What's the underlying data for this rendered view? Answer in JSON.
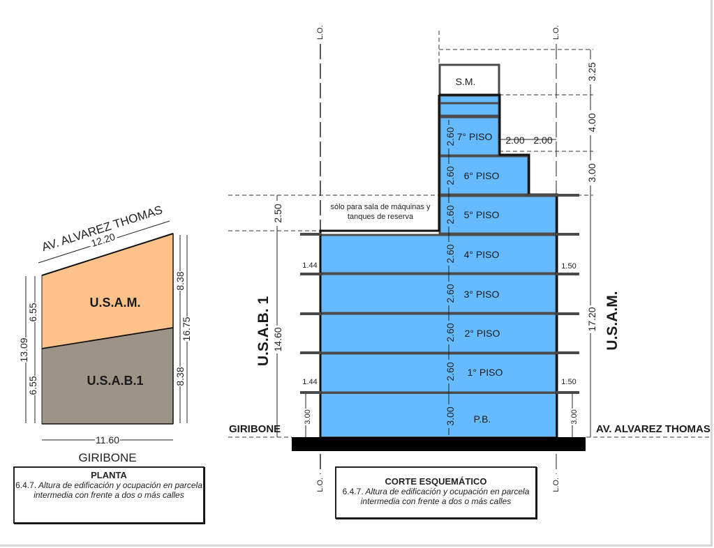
{
  "plan": {
    "street_top": "AV. ALVAREZ THOMAS",
    "street_bottom": "GIRIBONE",
    "dim_top": "12.20",
    "dim_bottom": "11.60",
    "dim_left_upper": "6.55",
    "dim_left_lower": "6.55",
    "dim_left_total": "13.09",
    "dim_right_upper": "8.38",
    "dim_right_lower": "8.38",
    "dim_right_total": "16.75",
    "zone_upper": "U.S.A.M.",
    "zone_lower": "U.S.A.B.1",
    "colors": {
      "usam": "#FDC28A",
      "usab": "#9C9487"
    },
    "caption": {
      "title": "PLANTA",
      "number": "6.4.7.",
      "text": "Altura de edificación y ocupación en parcela intermedia con frente a dos o más calles"
    }
  },
  "section": {
    "lo_label": "L.O.",
    "floors": [
      {
        "label": "7° PISO",
        "height": "2.60"
      },
      {
        "label": "6° PISO",
        "height": "2.60"
      },
      {
        "label": "5° PISO",
        "height": "2.60"
      },
      {
        "label": "4° PISO",
        "height": "2.60"
      },
      {
        "label": "3° PISO",
        "height": "2.60"
      },
      {
        "label": "2° PISO",
        "height": "2.60"
      },
      {
        "label": "1° PISO",
        "height": "2.60"
      },
      {
        "label": "P.B.",
        "height": "3.00"
      }
    ],
    "machine_room": "S.M.",
    "note_line1": "sólo para sala de máquinas y",
    "note_line2": "tanques de reserva",
    "setback_1": "2.00",
    "setback_2": "2.00",
    "dim_right_top": "3.25",
    "dim_right_mid": "4.00",
    "dim_right_low": "3.00",
    "dim_right_total": "17.20",
    "dim_left_upper": "2.50",
    "dim_left_total": "14.60",
    "balcony_left_1": "1.44",
    "balcony_left_2": "1.44",
    "balcony_right_1": "1.50",
    "balcony_right_2": "1.50",
    "pb_left": "3.00",
    "pb_right": "3.00",
    "zone_left": "U.S.A.B. 1",
    "zone_right": "U.S.A.M.",
    "street_left": "GIRIBONE",
    "street_right": "AV. ALVAREZ THOMAS",
    "colors": {
      "fill": "#66BBFF",
      "slab": "#4a4a4a",
      "ground": "#000000"
    },
    "caption": {
      "title": "CORTE ESQUEMÁTICO",
      "number": "6.4.7.",
      "text": "Altura de edificación y ocupación en parcela intermedia con frente a dos o más calles"
    }
  }
}
